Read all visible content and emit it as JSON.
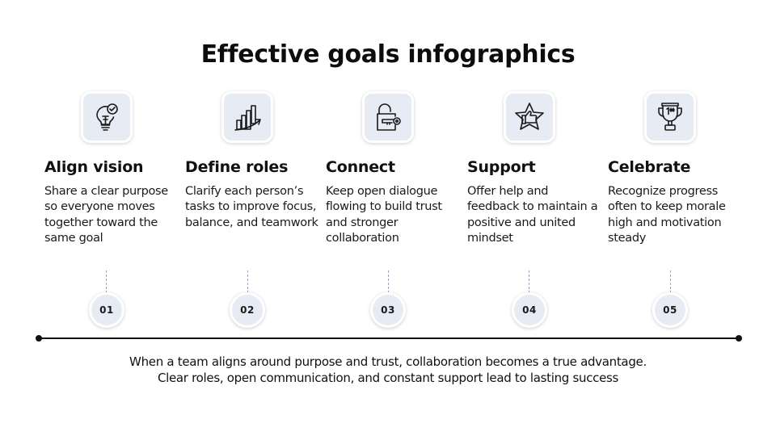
{
  "title": "Effective goals infographics",
  "steps": [
    {
      "number": "01",
      "icon": "lightbulb-check-icon",
      "title": "Align vision",
      "description": "Share a clear purpose so everyone moves together toward the same goal"
    },
    {
      "number": "02",
      "icon": "growth-chart-icon",
      "title": "Define roles",
      "description": "Clarify each person’s tasks to improve focus, balance, and teamwork"
    },
    {
      "number": "03",
      "icon": "unlocked-padlock-key-icon",
      "title": "Connect",
      "description": "Keep open dialogue flowing to build trust and stronger collaboration"
    },
    {
      "number": "04",
      "icon": "star-thumbs-up-icon",
      "title": "Support",
      "description": "Offer help and feedback to maintain a positive and united mindset"
    },
    {
      "number": "05",
      "icon": "trophy-first-place-icon",
      "title": "Celebrate",
      "description": "Recognize progress often to keep morale high and motivation steady"
    }
  ],
  "footer": {
    "line1": "When a team aligns around purpose and trust, collaboration becomes a true advantage.",
    "line2": "Clear roles, open communication, and constant support lead to lasting success"
  },
  "colors": {
    "icon_bg": "#e6ebf4",
    "text": "#111111",
    "dash": "#9aa4b4"
  }
}
